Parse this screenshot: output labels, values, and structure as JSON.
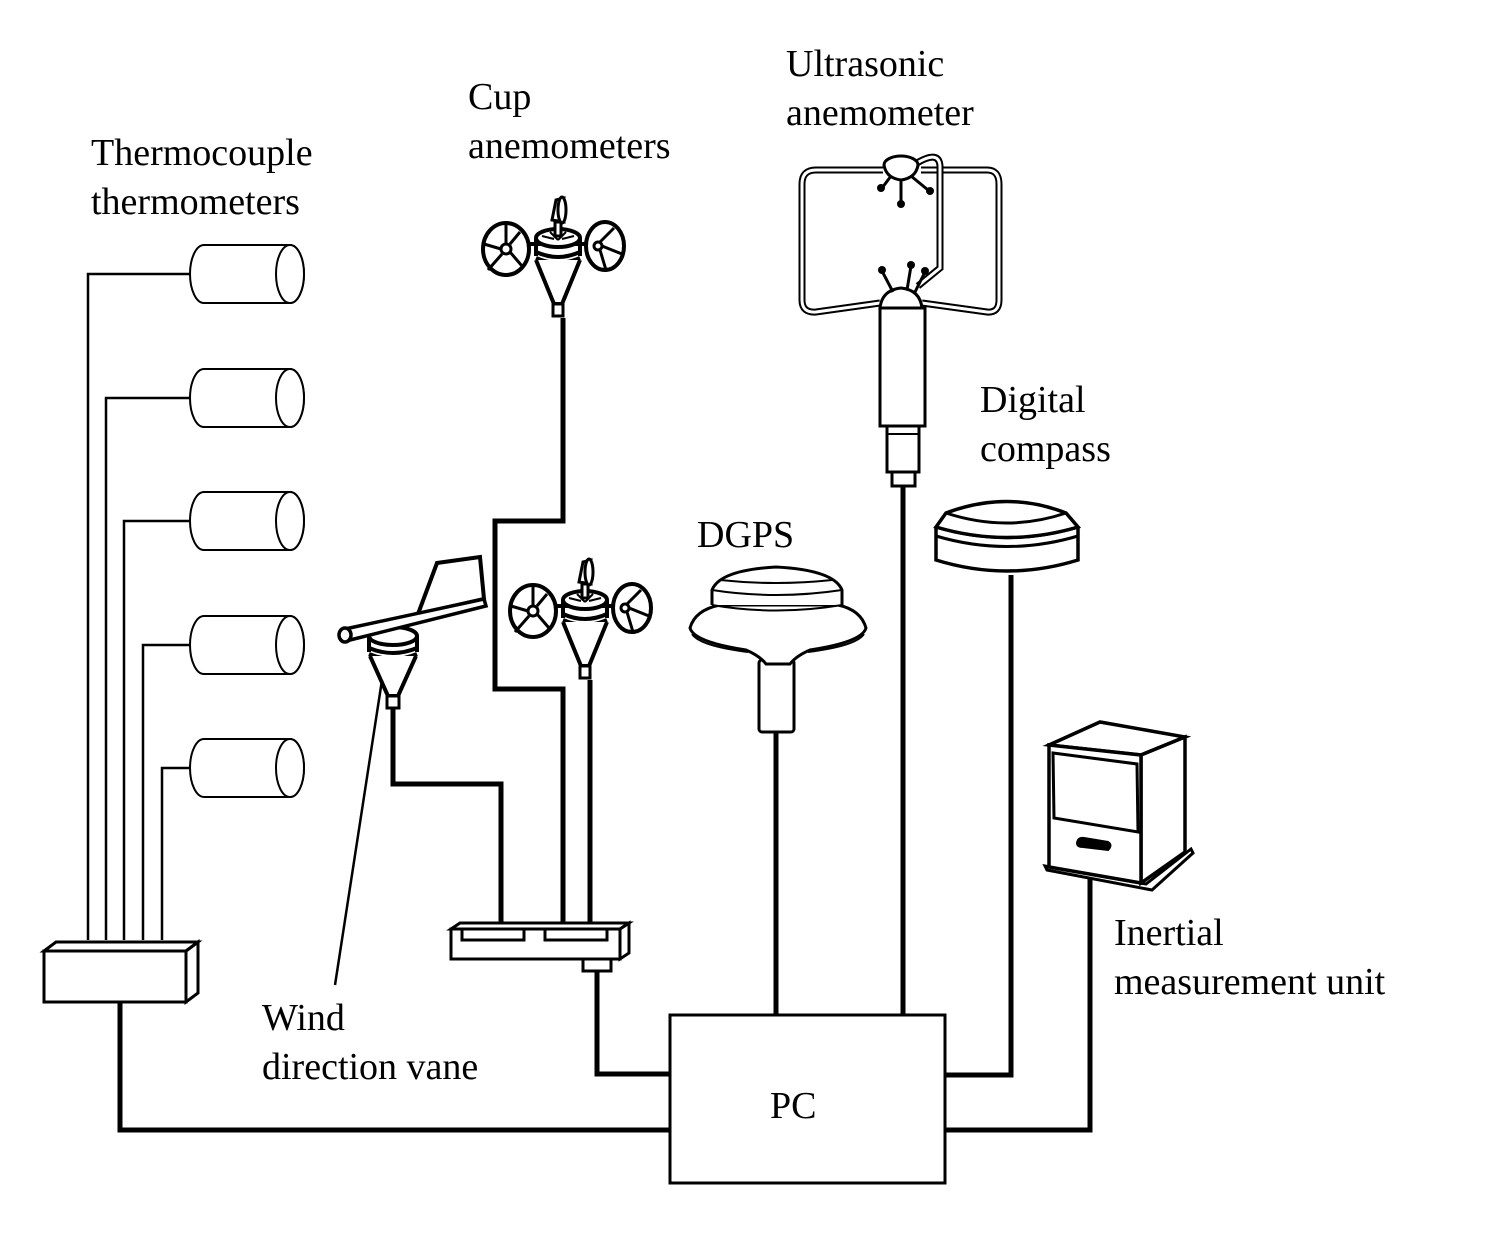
{
  "diagram": {
    "type": "system-connection-diagram",
    "colors": {
      "stroke": "#000000",
      "background": "#ffffff"
    },
    "labels": {
      "thermocouple": [
        "Thermocouple",
        "thermometers"
      ],
      "cup": [
        "Cup",
        "anemometers"
      ],
      "ultrasonic": [
        "Ultrasonic",
        "anemometer"
      ],
      "compass": [
        "Digital",
        "compass"
      ],
      "dgps": "DGPS",
      "vane": [
        "Wind",
        "direction vane"
      ],
      "imu": [
        "Inertial",
        "measurement unit"
      ],
      "pc": "PC"
    },
    "nodes": [
      {
        "id": "thermocouples",
        "label": "Thermocouple thermometers",
        "count": 5
      },
      {
        "id": "thermo-junction-box",
        "label": ""
      },
      {
        "id": "cup-anemometers",
        "label": "Cup anemometers",
        "count": 2
      },
      {
        "id": "wind-vane",
        "label": "Wind direction vane"
      },
      {
        "id": "anemometer-junction-box",
        "label": ""
      },
      {
        "id": "ultrasonic-anemometer",
        "label": "Ultrasonic anemometer"
      },
      {
        "id": "dgps",
        "label": "DGPS"
      },
      {
        "id": "digital-compass",
        "label": "Digital compass"
      },
      {
        "id": "imu",
        "label": "Inertial measurement unit"
      },
      {
        "id": "pc",
        "label": "PC"
      }
    ],
    "edges": [
      [
        "thermocouples",
        "thermo-junction-box"
      ],
      [
        "thermo-junction-box",
        "pc"
      ],
      [
        "cup-anemometers",
        "anemometer-junction-box"
      ],
      [
        "wind-vane",
        "anemometer-junction-box"
      ],
      [
        "anemometer-junction-box",
        "pc"
      ],
      [
        "dgps",
        "pc"
      ],
      [
        "ultrasonic-anemometer",
        "pc"
      ],
      [
        "digital-compass",
        "pc"
      ],
      [
        "imu",
        "pc"
      ]
    ]
  }
}
